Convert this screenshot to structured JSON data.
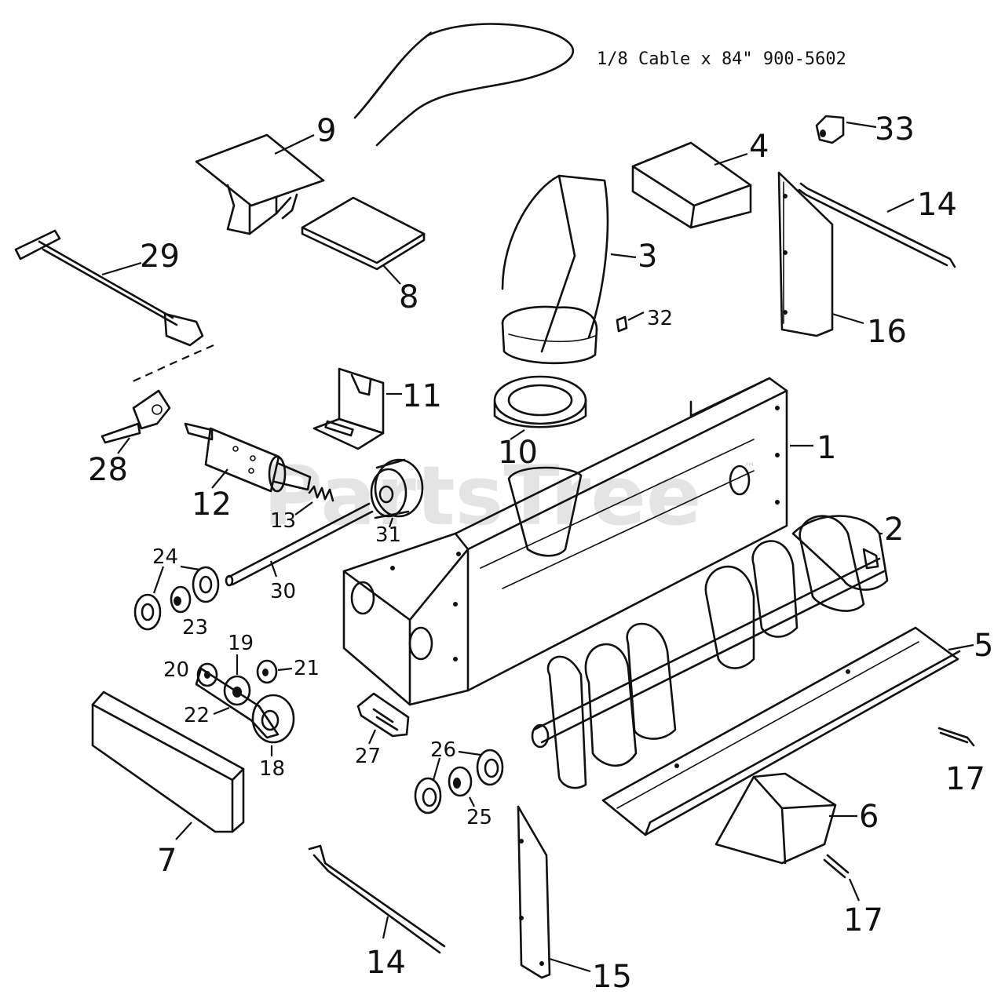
{
  "cable_note": "1/8 Cable x 84\"  900-5602",
  "watermark": "PartsTree",
  "watermark_mark": "™",
  "callouts": {
    "p1": "1",
    "p2": "2",
    "p3": "3",
    "p4": "4",
    "p5": "5",
    "p6": "6",
    "p7": "7",
    "p8": "8",
    "p9": "9",
    "p10": "10",
    "p11": "11",
    "p12": "12",
    "p13": "13",
    "p14a": "14",
    "p14b": "14",
    "p15": "15",
    "p16": "16",
    "p17a": "17",
    "p17b": "17",
    "p18": "18",
    "p19": "19",
    "p20": "20",
    "p21": "21",
    "p22": "22",
    "p23": "23",
    "p24": "24",
    "p25": "25",
    "p26": "26",
    "p27": "27",
    "p28": "28",
    "p29": "29",
    "p30": "30",
    "p31": "31",
    "p32": "32",
    "p33": "33"
  }
}
